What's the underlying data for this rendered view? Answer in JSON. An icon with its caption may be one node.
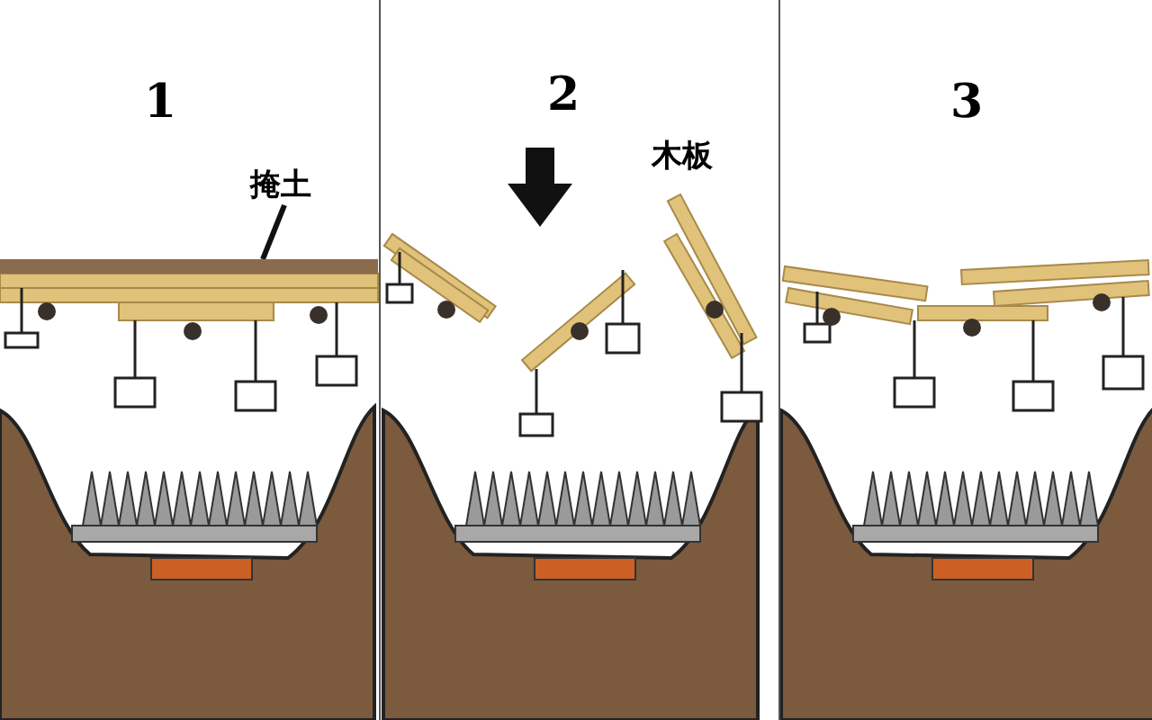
{
  "diagram": {
    "nodes": [
      {
        "text": [
          "掩土"
        ]
      },
      {
        "text": [],
        "shape": "bar"
      }
    ],
    "edges": [
      {
        "from": 0,
        "to": 1,
        "arrow": "none"
      }
    ],
    "labels": [
      "1",
      "2",
      "木板",
      "3"
    ]
  }
}
